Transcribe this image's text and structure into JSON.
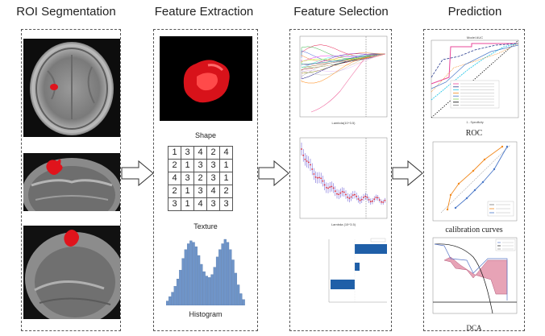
{
  "titles": {
    "roi": "ROI Segmentation",
    "feature_extraction": "Feature Extraction",
    "feature_selection": "Feature Selection",
    "prediction": "Prediction"
  },
  "feature_extraction": {
    "shape_label": "Shape",
    "texture_label": "Texture",
    "histogram_label": "Histogram",
    "texture_matrix": [
      [
        "1",
        "3",
        "4",
        "2",
        "4"
      ],
      [
        "2",
        "1",
        "3",
        "3",
        "1"
      ],
      [
        "4",
        "3",
        "2",
        "3",
        "1"
      ],
      [
        "2",
        "1",
        "3",
        "4",
        "2"
      ],
      [
        "3",
        "1",
        "4",
        "3",
        "3"
      ]
    ],
    "histogram_values": [
      3,
      6,
      9,
      13,
      18,
      24,
      32,
      38,
      42,
      44,
      43,
      40,
      34,
      28,
      23,
      20,
      19,
      21,
      26,
      33,
      38,
      42,
      45,
      43,
      38,
      31,
      22,
      14,
      8,
      4
    ]
  },
  "feature_selection": {
    "lasso_xlabel": "Lambda(10^3.5)",
    "cv_xlabel": "Lambda (10^3.5)"
  },
  "prediction": {
    "roc_caption": "ROC",
    "calibration_caption": "calibration curves",
    "dca_caption": "DCA",
    "roc_legend_title": "Model AUC",
    "roc_xlabel": "1 - Specificity",
    "colors": {
      "pink": "#e8479a",
      "navy": "#2b3d8f",
      "cyan": "#2cc8e8",
      "orange": "#f28a1f",
      "blue": "#4a78c8",
      "dca_fill": "#e7a3b6"
    }
  }
}
